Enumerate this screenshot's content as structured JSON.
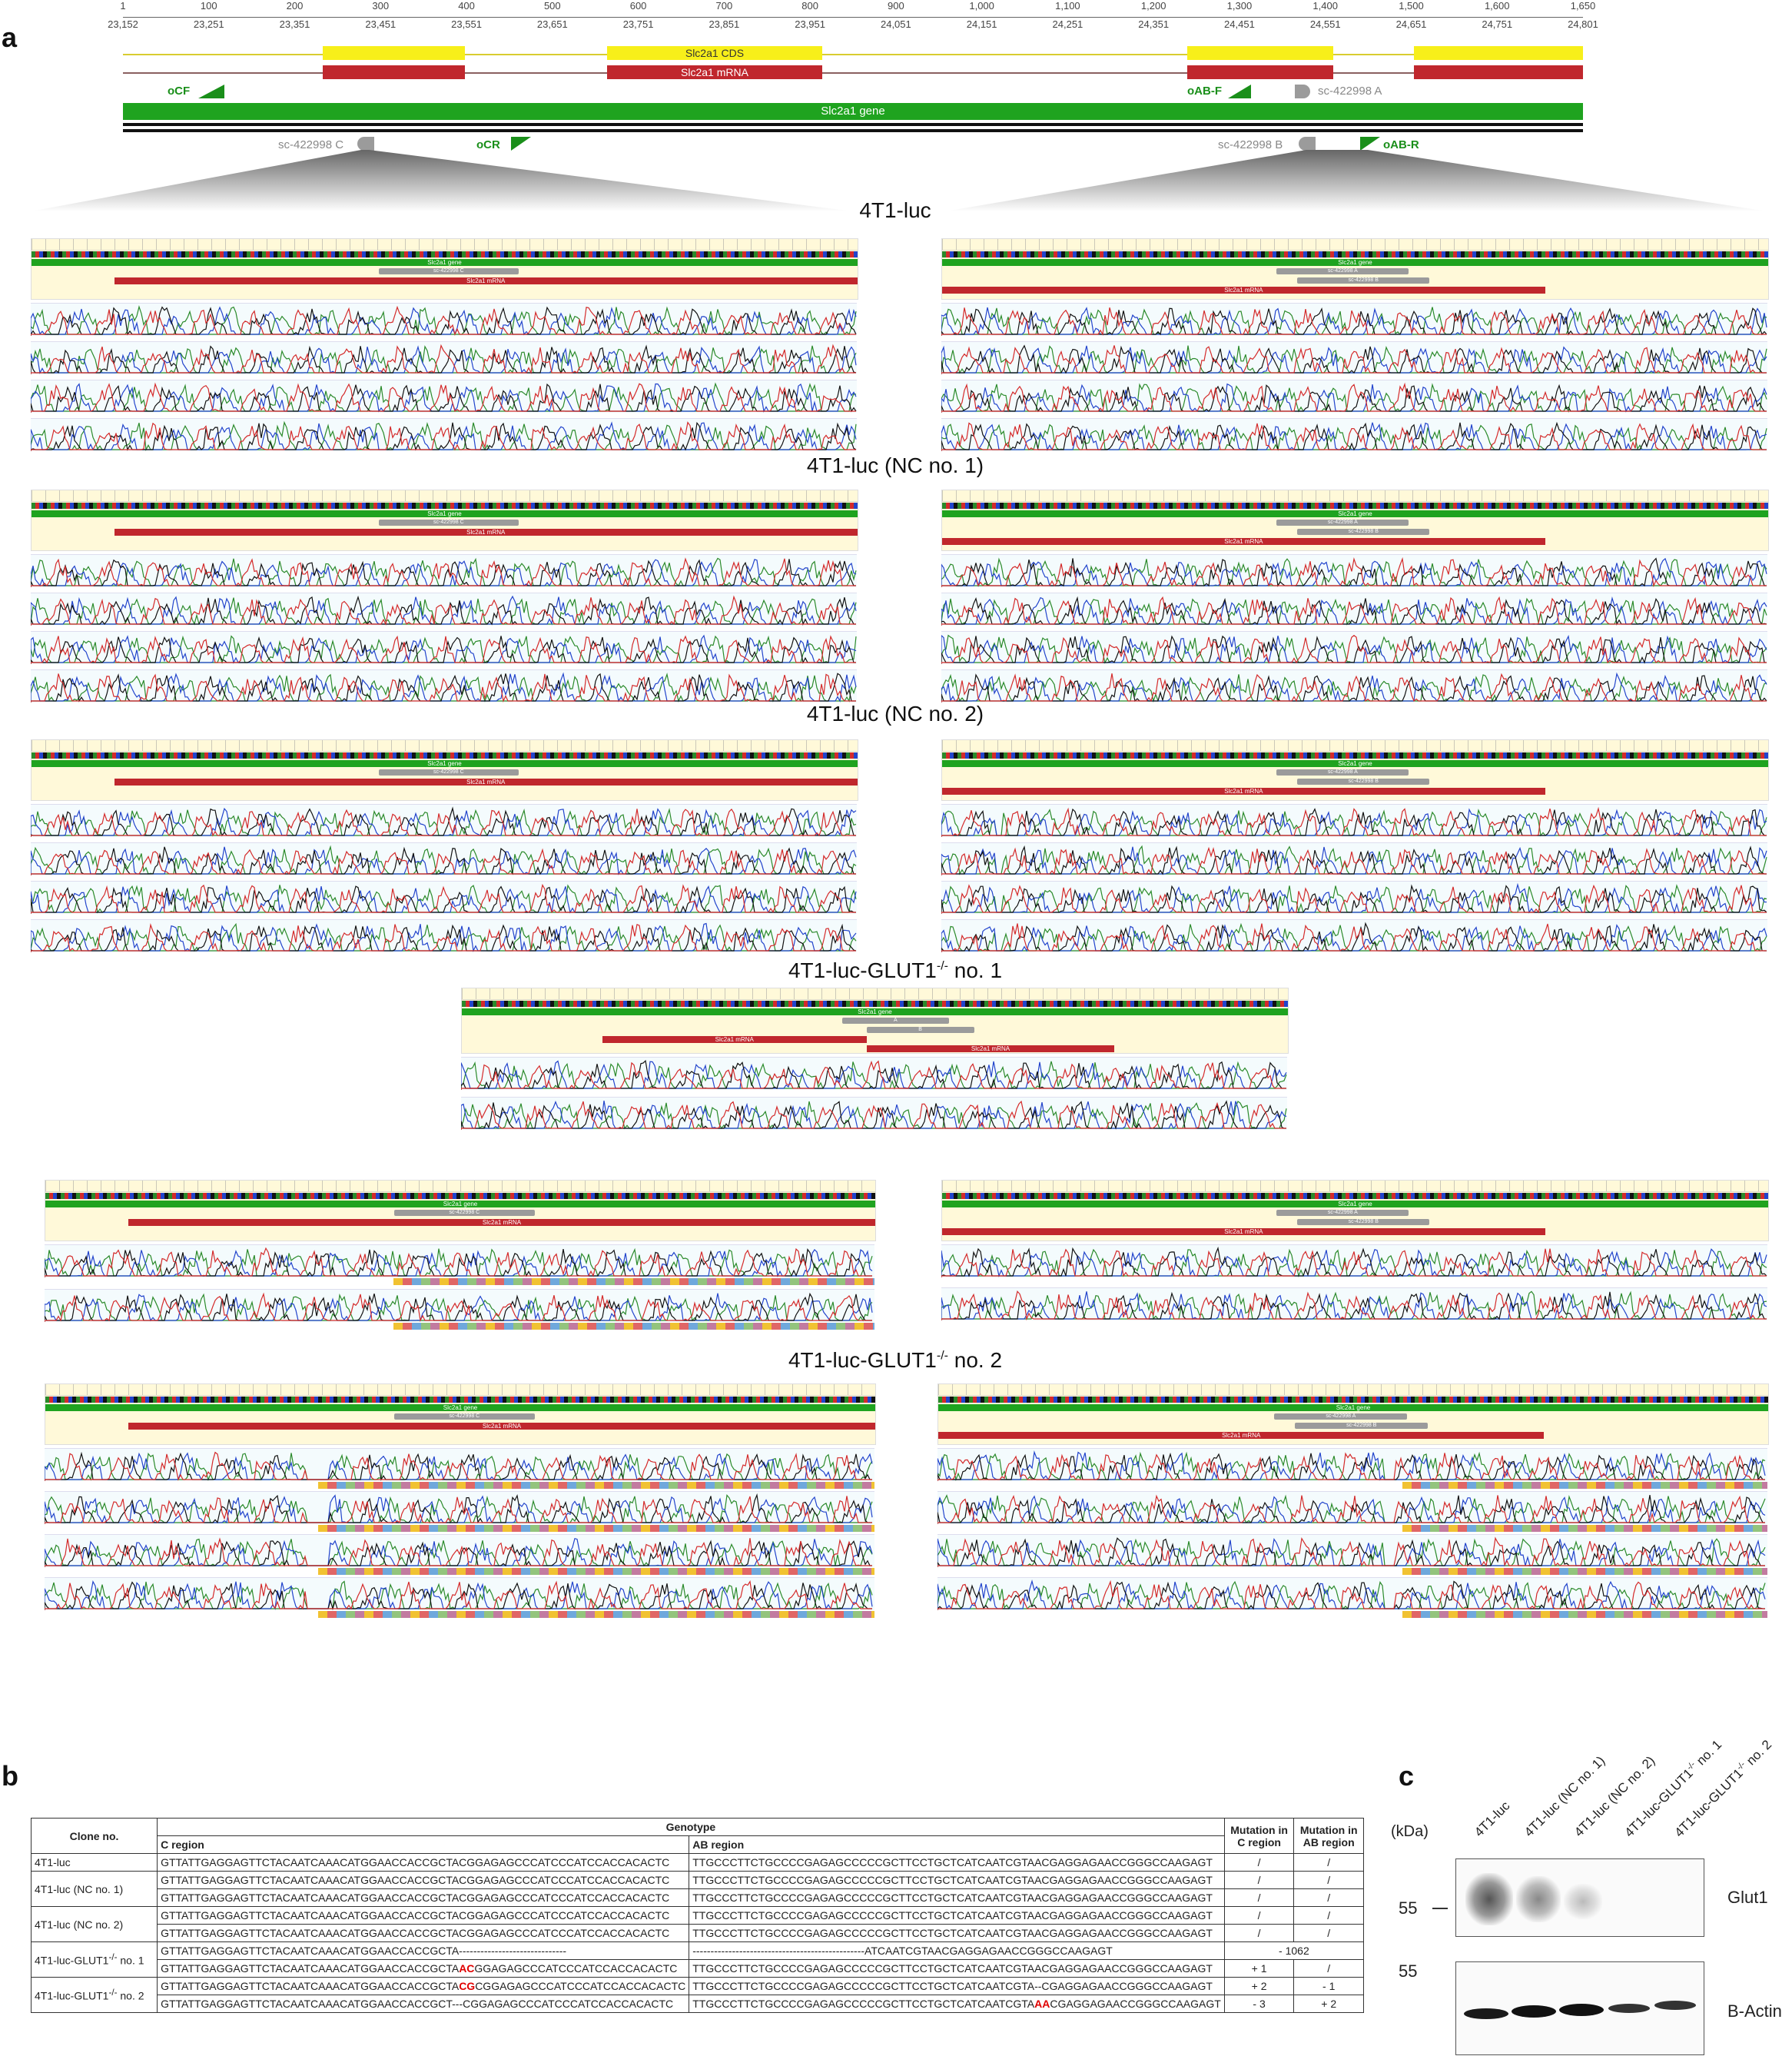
{
  "panels": {
    "a": "a",
    "b": "b",
    "c": "c"
  },
  "map": {
    "ticks_top": [
      "1",
      "100",
      "200",
      "300",
      "400",
      "500",
      "600",
      "700",
      "800",
      "900",
      "1,000",
      "1,100",
      "1,200",
      "1,300",
      "1,400",
      "1,500",
      "1,600",
      "1,650"
    ],
    "ticks_bottom": [
      "23,152",
      "23,251",
      "23,351",
      "23,451",
      "23,551",
      "23,651",
      "23,751",
      "23,851",
      "23,951",
      "24,051",
      "24,151",
      "24,251",
      "24,351",
      "24,451",
      "24,551",
      "24,651",
      "24,751",
      "24,801"
    ],
    "cds_label": "Slc2a1 CDS",
    "mrna_label": "Slc2a1 mRNA",
    "gene_label": "Slc2a1 gene",
    "oCF": "oCF",
    "oABF": "oAB-F",
    "scA": "sc-422998 A",
    "scC": "sc-422998 C",
    "oCR": "oCR",
    "scB": "sc-422998 B",
    "oABR": "oAB-R"
  },
  "track_labels": {
    "gene": "Slc2a1 gene",
    "mrna": "Slc2a1 mRNA",
    "scC": "sc-422998 C",
    "scA": "sc-422998 A",
    "scB": "sc-422998 B",
    "A": "A",
    "B": "B"
  },
  "samples": {
    "s1": {
      "name": "4T1-luc"
    },
    "s2": {
      "name": "4T1-luc (NC no. 1)"
    },
    "s3": {
      "name": "4T1-luc (NC no. 2)"
    },
    "s4": {
      "name_pre": "4T1-luc-GLUT1",
      "sup": "-/-",
      "name_post": " no. 1"
    },
    "s5": {
      "name_pre": "4T1-luc-GLUT1",
      "sup": "-/-",
      "name_post": " no. 2"
    }
  },
  "table": {
    "h_clone": "Clone no.",
    "h_genotype": "Genotype",
    "h_cregion": "C region",
    "h_abregion": "AB region",
    "h_mut_c": "Mutation in C region",
    "h_mut_ab": "Mutation in AB region",
    "rows": [
      {
        "clone": "4T1-luc",
        "c": "GTTATTGAGGAGTTCTACAATCAAACATGGAACCACCGCTACGGAGAGCCCATCCCATCCACCACACTC",
        "ab": "TTGCCCTTCTGCCCCGAGAGCCCCCGCTTCCTGCTCATCAATCGTAACGAGGAGAACCGGGCCAAGAGT",
        "mc": "/",
        "mab": "/"
      },
      {
        "clone": "4T1-luc (NC no. 1)",
        "c": "GTTATTGAGGAGTTCTACAATCAAACATGGAACCACCGCTACGGAGAGCCCATCCCATCCACCACACTC",
        "ab": "TTGCCCTTCTGCCCCGAGAGCCCCCGCTTCCTGCTCATCAATCGTAACGAGGAGAACCGGGCCAAGAGT",
        "mc": "/",
        "mab": "/"
      },
      {
        "clone": "",
        "c": "GTTATTGAGGAGTTCTACAATCAAACATGGAACCACCGCTACGGAGAGCCCATCCCATCCACCACACTC",
        "ab": "TTGCCCTTCTGCCCCGAGAGCCCCCGCTTCCTGCTCATCAATCGTAACGAGGAGAACCGGGCCAAGAGT",
        "mc": "/",
        "mab": "/"
      },
      {
        "clone": "4T1-luc (NC no. 2)",
        "c": "GTTATTGAGGAGTTCTACAATCAAACATGGAACCACCGCTACGGAGAGCCCATCCCATCCACCACACTC",
        "ab": "TTGCCCTTCTGCCCCGAGAGCCCCCGCTTCCTGCTCATCAATCGTAACGAGGAGAACCGGGCCAAGAGT",
        "mc": "/",
        "mab": "/"
      },
      {
        "clone": "",
        "c": "GTTATTGAGGAGTTCTACAATCAAACATGGAACCACCGCTACGGAGAGCCCATCCCATCCACCACACTC",
        "ab": "TTGCCCTTCTGCCCCGAGAGCCCCCGCTTCCTGCTCATCAATCGTAACGAGGAGAACCGGGCCAAGAGT",
        "mc": "/",
        "mab": "/"
      }
    ],
    "ko1_clone_pre": "4T1-luc-GLUT1",
    "ko1_clone_post": " no. 1",
    "ko1_r1_c": "GTTATTGAGGAGTTCTACAATCAAACATGGAACCACCGCTA------------------------------",
    "ko1_r1_ab": "------------------------------------------------ATCAATCGTAACGAGGAGAACCGGGCCAAGAGT",
    "ko1_r1_m": "- 1062",
    "ko1_r2_c_pre": "GTTATTGAGGAGTTCTACAATCAAACATGGAACCACCGCTA",
    "ko1_r2_c_red": "AC",
    "ko1_r2_c_post": "GGAGAGCCCATCCCATCCACCACACTC",
    "ko1_r2_ab": "TTGCCCTTCTGCCCCGAGAGCCCCCGCTTCCTGCTCATCAATCGTAACGAGGAGAACCGGGCCAAGAGT",
    "ko1_r2_mc": "+ 1",
    "ko1_r2_mab": "/",
    "ko2_clone_pre": "4T1-luc-GLUT1",
    "ko2_clone_post": " no. 2",
    "ko2_r1_c_pre": "GTTATTGAGGAGTTCTACAATCAAACATGGAACCACCGCTA",
    "ko2_r1_c_red": "CG",
    "ko2_r1_c_post": "CGGAGAGCCCATCCCATCCACCACACTC",
    "ko2_r1_ab": "TTGCCCTTCTGCCCCGAGAGCCCCCGCTTCCTGCTCATCAATCGTA--CGAGGAGAACCGGGCCAAGAGT",
    "ko2_r1_mc": "+ 2",
    "ko2_r1_mab": "- 1",
    "ko2_r2_c": "GTTATTGAGGAGTTCTACAATCAAACATGGAACCACCGCT---CGGAGAGCCCATCCCATCCACCACACTC",
    "ko2_r2_ab_pre": "TTGCCCTTCTGCCCCGAGAGCCCCCGCTTCCTGCTCATCAATCGTA",
    "ko2_r2_ab_red": "AA",
    "ko2_r2_ab_post": "CGAGGAGAACCGGGCCAAGAGT",
    "ko2_r2_mc": "- 3",
    "ko2_r2_mab": "+ 2"
  },
  "blot": {
    "lanes": [
      "4T1-luc",
      "4T1-luc (NC no. 1)",
      "4T1-luc (NC no. 2)"
    ],
    "lane_ko_pre": "4T1-luc-GLUT1",
    "lane4_post": " no. 1",
    "lane5_post": " no. 2",
    "sup": "-/-",
    "kda": "(kDa)",
    "marker_top": "55",
    "marker_bottom": "55",
    "label_top": "Glut1",
    "label_bottom": "B-Actin"
  },
  "colors": {
    "cds": "#f7ef1a",
    "mrna": "#c0272d",
    "gene": "#1fa31f",
    "sc": "#9b9b9b",
    "A": "#2a8a2a",
    "C": "#2244cc",
    "G": "#111111",
    "T": "#d42a2a"
  }
}
